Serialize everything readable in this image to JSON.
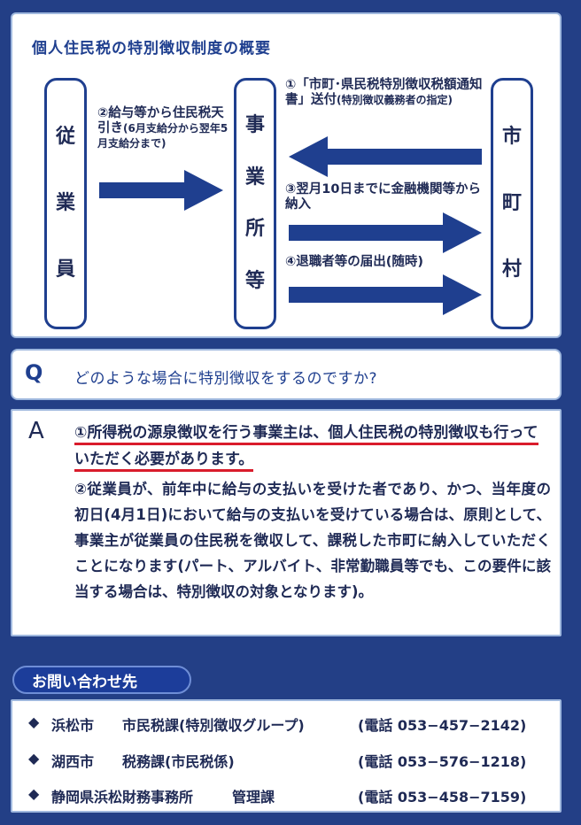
{
  "diagram": {
    "title": "個人住民税の特別徴収制度の概要",
    "employee": [
      "従",
      "業",
      "員"
    ],
    "office": [
      "事",
      "業",
      "所",
      "等"
    ],
    "city": [
      "市",
      "町",
      "村"
    ],
    "flow_1": {
      "main": "②給与等から住民税天引き",
      "sub": "(6月支給分から翌年5月支給分まで)"
    },
    "flow_2": {
      "main": "①「市町･県民税特別徴収税額通知書」送付",
      "sub": "(特別徴収義務者の指定)"
    },
    "flow_3": {
      "main": "③翌月10日までに金融機関等から納入"
    },
    "flow_4": {
      "main": "④退職者等の届出(随時)"
    }
  },
  "qa": {
    "q_letter": "Q",
    "question": "どのような場合に特別徴収をするのですか?",
    "a_letter": "A",
    "answer_1": "①所得税の源泉徴収を行う事業主は、個人住民税の特別徴収も行っていただく必要があります。",
    "answer_2": "②従業員が、前年中に給与の支払いを受けた者であり、かつ、当年度の初日(4月1日)において給与の支払いを受けている場合は、原則として、事業主が従業員の住民税を徴収して、課税した市町に納入していただくことになります(パート、アルバイト、非常勤職員等でも、この要件に該当する場合は、特別徴収の対象となります)。"
  },
  "contact": {
    "heading": "お問い合わせ先",
    "rows": [
      {
        "marker": "◆",
        "org": "浜松市",
        "dept": "市民税課(特別徴収グループ)",
        "tel": "(電話 053−457−2142)"
      },
      {
        "marker": "◆",
        "org": "湖西市",
        "dept": "税務課(市民税係)",
        "tel": "(電話 053−576−1218)"
      },
      {
        "marker": "◆",
        "org": "静岡県浜松財務事務所",
        "dept": "管理課",
        "tel": "(電話 053−458−7159)"
      }
    ]
  },
  "colors": {
    "background": "#233f86",
    "accent_blue": "#1f3f8f",
    "underline_red": "#d91c2c"
  }
}
